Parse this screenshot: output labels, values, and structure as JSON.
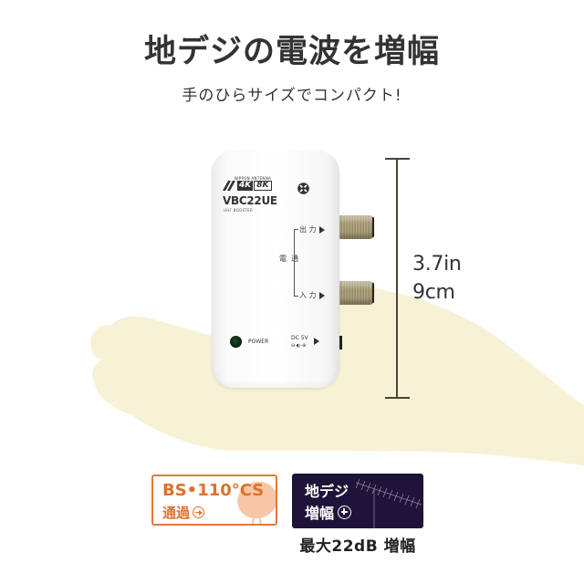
{
  "header": {
    "title": "地デジの電波を増幅",
    "subtitle": "手のひらサイズでコンパクト!"
  },
  "product": {
    "brand_small": "NIPPON ANTENNA",
    "logo_4k": "4K",
    "logo_8k": "8K",
    "model": "VBC22UE",
    "model_sub": "UHF BOOSTER",
    "output_label": "出 力",
    "input_label": "入 力",
    "passthrough_label": "電通",
    "power_label": "POWER",
    "dc_label_line1": "DC  5V",
    "dc_label_line2": "⊖-◐-⊕"
  },
  "dimension": {
    "inches": "3.7in",
    "cm": "9cm"
  },
  "badges": {
    "bs_cs": {
      "line1": "BS•110°CS",
      "line2": "通過",
      "color": "#e0702a"
    },
    "uhf": {
      "line1": "地デジ",
      "line2": "増幅",
      "background": "#1e1338"
    },
    "gain_caption": "最大22dB 増幅"
  },
  "colors": {
    "hand": "#f7f1d6",
    "title_text": "#333333",
    "dimension_line": "#4a4438"
  }
}
